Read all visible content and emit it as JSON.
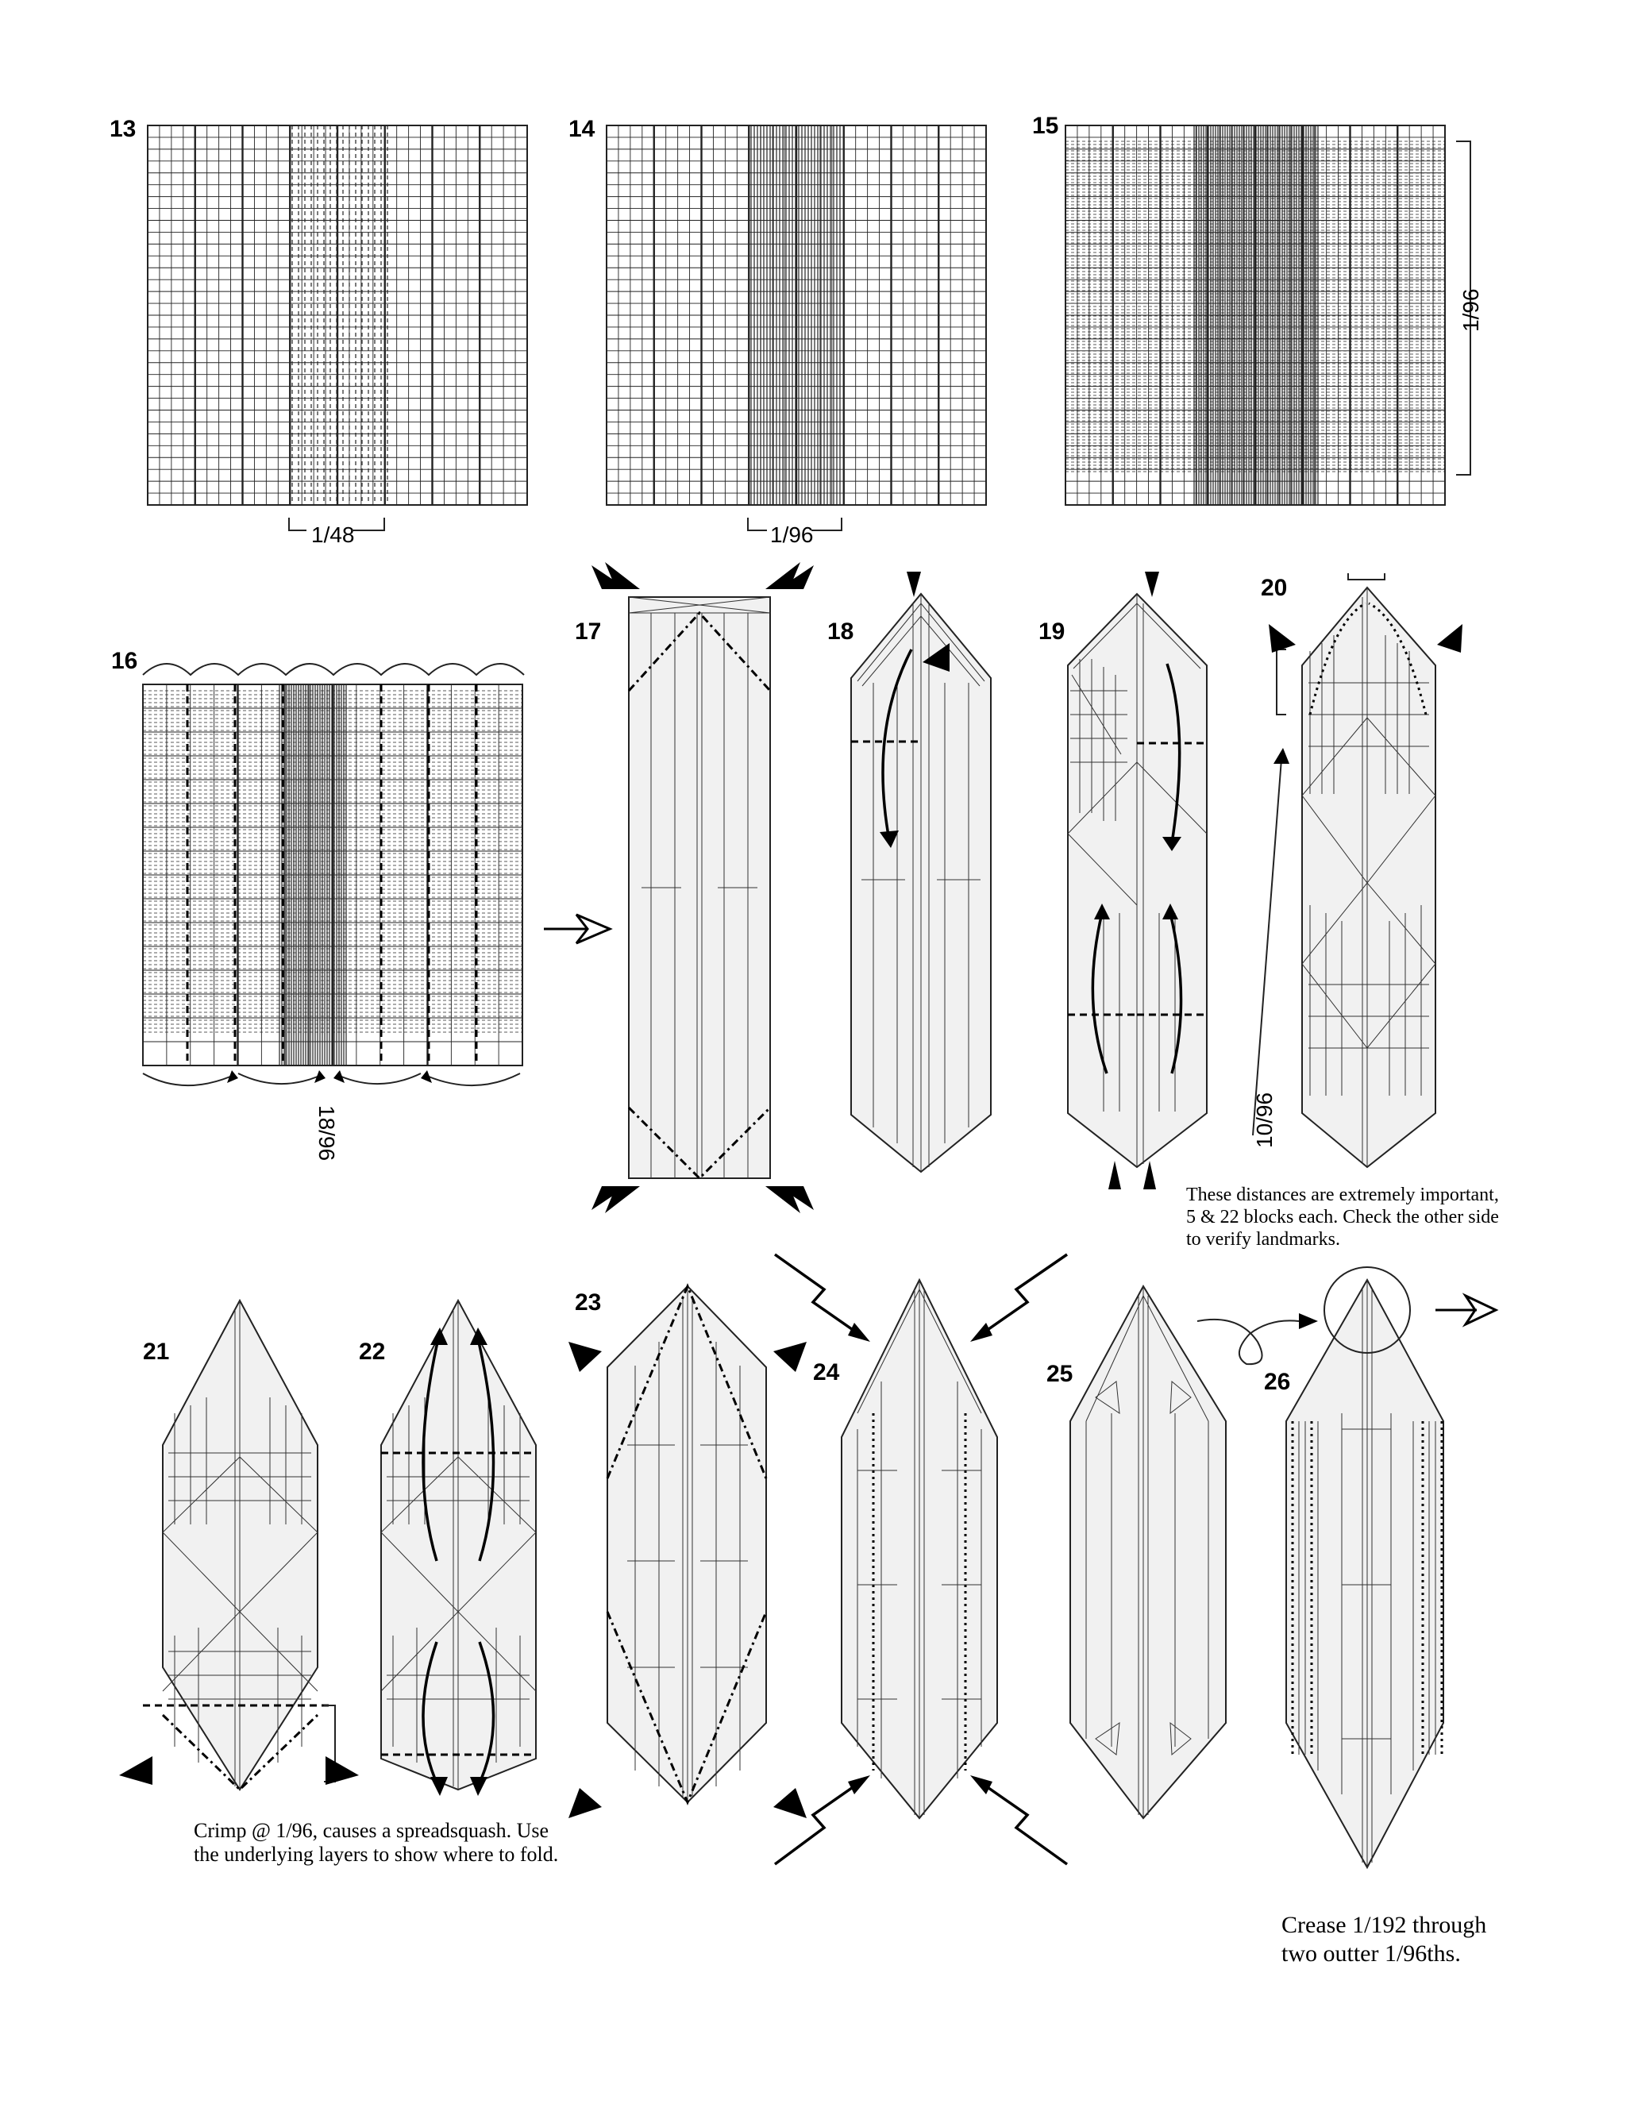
{
  "steps": [
    {
      "num": "13",
      "label": "1/48"
    },
    {
      "num": "14",
      "label": "1/96"
    },
    {
      "num": "15",
      "label": "1/96"
    },
    {
      "num": "16",
      "label": "18/96"
    },
    {
      "num": "17"
    },
    {
      "num": "18"
    },
    {
      "num": "19"
    },
    {
      "num": "20",
      "label": "10/96"
    },
    {
      "num": "21"
    },
    {
      "num": "22"
    },
    {
      "num": "23"
    },
    {
      "num": "24"
    },
    {
      "num": "25"
    },
    {
      "num": "26"
    }
  ],
  "notes": {
    "step20_line1": "These distances are extremely important,",
    "step20_line2": "5 & 22 blocks each.  Check the other side",
    "step20_line3": "to verify landmarks.",
    "step21_line1": "Crimp @ 1/96, causes a spreadsquash.  Use",
    "step21_line2": "the underlying layers to show where to fold.",
    "step26_line1": "Crease 1/192 through",
    "step26_line2": "two outter 1/96ths."
  }
}
